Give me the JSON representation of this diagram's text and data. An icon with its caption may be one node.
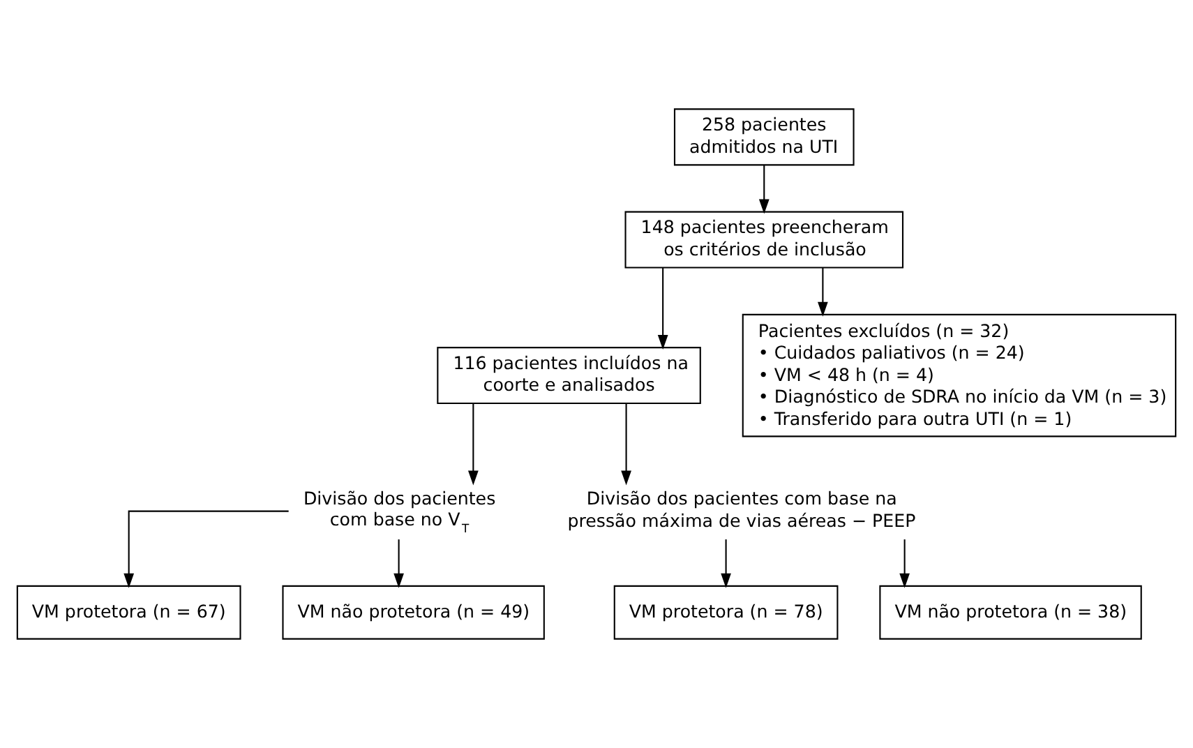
{
  "diagram": {
    "nodes": [
      {
        "text": [
          "258 pacientes admitidos na UTI"
        ]
      },
      {
        "text": [
          "148 pacientes preencheram os critérios de inclusão"
        ]
      },
      {
        "text": [
          "Pacientes excluídos (n = 32)",
          "• Cuidados paliativos (n = 24)",
          "• VM < 48 h (n = 4)",
          "• Diagnóstico de SDRA no início da VM (n = 3)",
          "• Transferido para outra UTI (n = 1)"
        ]
      },
      {
        "text": [
          "116 pacientes incluídos na coorte e analisados"
        ]
      },
      {
        "text": [
          "Divisão dos pacientes com base no V$_{T}$"
        ]
      },
      {
        "text": [
          "Divisão dos pacientes com base na pressão máxima de vias aéreas − PEEP"
        ]
      },
      {
        "text": [
          "VM protetora (n = 67)"
        ]
      },
      {
        "text": [
          "VM não protetora (n = 49)"
        ]
      },
      {
        "text": [
          "VM protetora (n = 78)"
        ]
      },
      {
        "text": [
          "VM não protetora (n = 38)"
        ]
      }
    ],
    "edges": [
      {
        "from": 0,
        "to": 1,
        "arrow": "to"
      },
      {
        "from": 1,
        "to": 3,
        "arrow": "to"
      },
      {
        "from": 1,
        "to": 2,
        "arrow": "to"
      },
      {
        "from": 3,
        "to": 4,
        "arrow": "to"
      },
      {
        "from": 3,
        "to": 5,
        "arrow": "to"
      },
      {
        "from": 4,
        "to": 6,
        "arrow": "to"
      },
      {
        "from": 4,
        "to": 7,
        "arrow": "to"
      },
      {
        "from": 5,
        "to": 8,
        "arrow": "to"
      },
      {
        "from": 5,
        "to": 9,
        "arrow": "to"
      }
    ]
  }
}
